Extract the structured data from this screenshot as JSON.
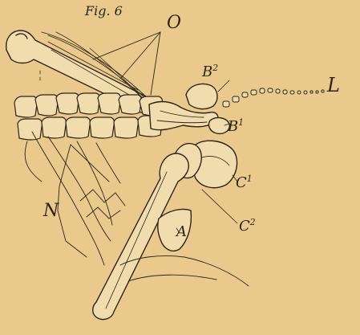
{
  "figure": {
    "title": "Fig. 6",
    "labels": {
      "O": "O",
      "B2": "B",
      "B2_sup": "2",
      "L": "L",
      "B1": "B",
      "B1_sup": "1",
      "C1": "C",
      "C1_sup": "1",
      "C2": "C",
      "C2_sup": "2",
      "N": "N",
      "A": "A"
    }
  },
  "colors": {
    "paper": "#e9ca8c",
    "ink": "#2e2416",
    "bone_fill": "#f1dcae"
  }
}
